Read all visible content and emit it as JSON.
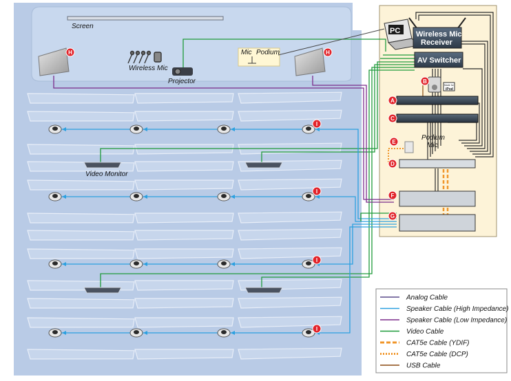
{
  "labels": {
    "screen": "Screen",
    "wireless_mic": "Wireless Mic",
    "projector": "Projector",
    "mic": "Mic",
    "podium": "Podium",
    "video_monitor": "Video Monitor",
    "podium_mic_1": "Podium",
    "podium_mic_2": "Mic",
    "pc": "PC",
    "wireless_receiver_1": "Wireless Mic",
    "wireless_receiver_2": "Receiver",
    "av_switcher": "AV Switcher",
    "ipod_1": "Made for",
    "ipod_2": "iPod"
  },
  "badges": {
    "A": "A",
    "B": "B",
    "C": "C",
    "D": "D",
    "E": "E",
    "F": "F",
    "G": "G",
    "H": "H",
    "I": "I"
  },
  "legend": [
    {
      "label": "Analog Cable",
      "color": "#5a4a8a",
      "style": "solid"
    },
    {
      "label": "Speaker Cable (High Impedance)",
      "color": "#2ba0e0",
      "style": "solid"
    },
    {
      "label": "Speaker Cable (Low Impedance)",
      "color": "#7a2a8a",
      "style": "solid"
    },
    {
      "label": "Video Cable",
      "color": "#1e9a3a",
      "style": "solid"
    },
    {
      "label": "CAT5e Cable (YDIF)",
      "color": "#f0962a",
      "style": "dashed"
    },
    {
      "label": "CAT5e Cable (DCP)",
      "color": "#f0962a",
      "style": "dotted"
    },
    {
      "label": "USB Cable",
      "color": "#8a4a10",
      "style": "solid"
    }
  ],
  "colors": {
    "room": "#b9cbe6",
    "rack": "#fdf3d8",
    "badge": "#e2232a",
    "analog": "#5a4a8a",
    "speaker_high": "#2ba0e0",
    "speaker_low": "#7a2a8a",
    "video": "#1e9a3a",
    "cat5e": "#f0962a",
    "usb": "#8a4a10"
  }
}
